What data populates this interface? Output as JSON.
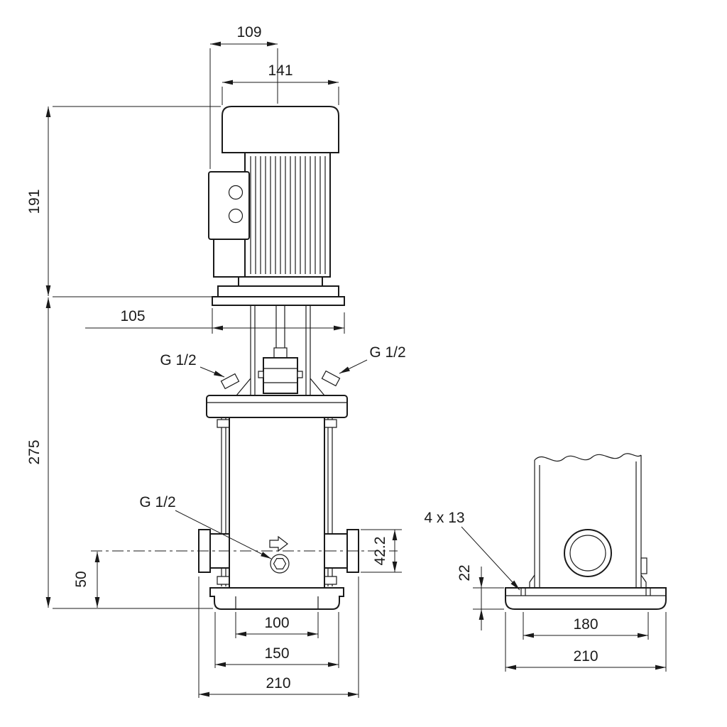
{
  "palette": {
    "ink": "#1a1a1a",
    "paper": "#ffffff"
  },
  "icons": {
    "flow_direction": "right-arrow-icon"
  },
  "front_view": {
    "dim_109": "109",
    "dim_141": "141",
    "dim_191": "191",
    "dim_105": "105",
    "dim_275": "275",
    "dim_50": "50",
    "dim_42_2": "42.2",
    "dim_100": "100",
    "dim_150": "150",
    "dim_210": "210",
    "label_vent_left": "G 1/2",
    "label_vent_right": "G 1/2",
    "label_drain": "G 1/2"
  },
  "side_view": {
    "label_holes": "4 x 13",
    "dim_22": "22",
    "dim_180": "180",
    "dim_210": "210"
  }
}
